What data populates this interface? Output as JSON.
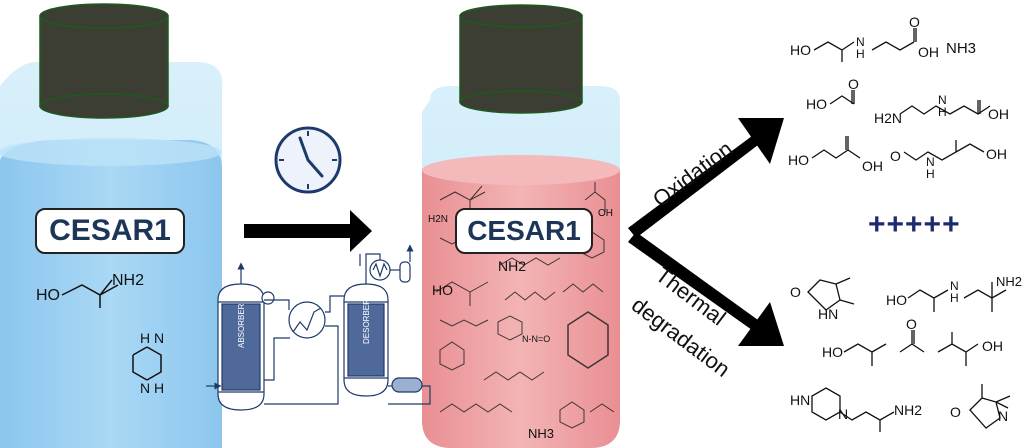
{
  "labels": {
    "left_bottle": "CESAR1",
    "right_bottle": "CESAR1",
    "oxidation": "Oxidation",
    "thermal_line1": "Thermal",
    "thermal_line2": "degradation",
    "absorber": "ABSORBER",
    "desorber": "DESORBER",
    "plus_signs": "+++++"
  },
  "left_bottle_chem": {
    "amp_ho": "HO",
    "amp_nh2": "NH2",
    "pz_n_top": "H N",
    "pz_n_bottom": "N H"
  },
  "right_bottle_chem": {
    "h2n": "H2N",
    "nh2": "NH2",
    "ho": "HO",
    "oh": "OH",
    "nh3": "NH3",
    "no": "N-N=O"
  },
  "products_oxidation": {
    "p1_ho": "HO",
    "p1_nh": "N H",
    "p1_oh": "OH",
    "p1_o": "O",
    "p2": "NH3",
    "p3_ho": "HO",
    "p3_o": "O",
    "p4_h2n": "H2N",
    "p4_nh": "N H",
    "p4_oh": "OH",
    "p5_ho": "HO",
    "p5_oh": "OH",
    "p6_o": "O",
    "p6_nh": "N H",
    "p6_oh": "OH"
  },
  "products_thermal": {
    "t1_o": "O",
    "t1_hn": "HN",
    "t2_ho": "HO",
    "t2_nh": "N H",
    "t2_nh2": "NH2",
    "t3_ho": "HO",
    "t3_o": "O",
    "t3_oh": "OH",
    "t4_hn": "HN",
    "t4_n": "N",
    "t4_nh2": "NH2",
    "t5_o": "O",
    "t5_n": "N"
  },
  "colors": {
    "left_liquid": "#9dd0f2",
    "bottle_glass": "#cfeaf8",
    "right_liquid": "#ee9ea0",
    "cap": "#3c3d33",
    "label_text": "#1d3557",
    "plus": "#1d2a6e",
    "column": "#4f6a9a"
  },
  "icons": [
    "clock-icon",
    "arrow-right-icon",
    "arrow-up-right-icon",
    "arrow-down-right-icon",
    "process-flowsheet-icon"
  ]
}
